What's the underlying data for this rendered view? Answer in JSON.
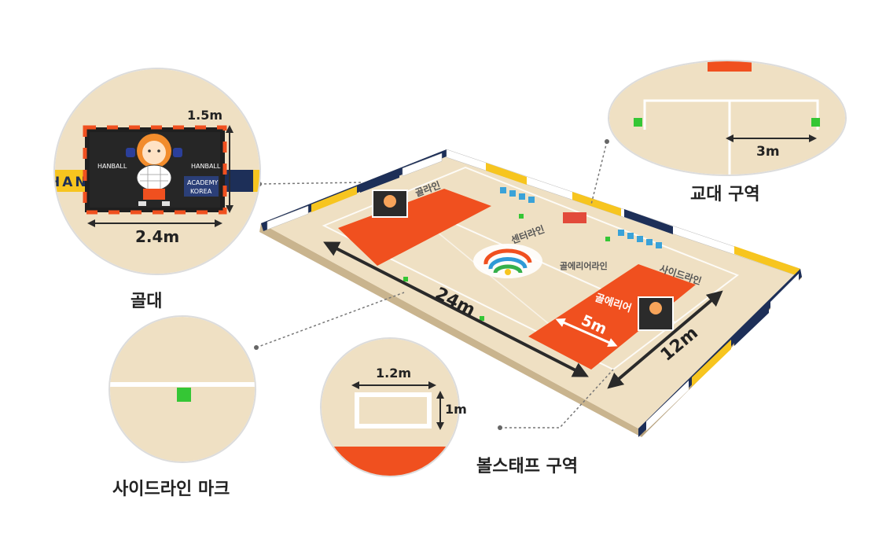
{
  "captions": {
    "goal": "골대",
    "sideline_mark": "사이드라인 마크",
    "ball_stop_area": "볼스태프 구역",
    "substitution_area": "교대 구역"
  },
  "dimensions": {
    "goal_height": "1.5m",
    "goal_width": "2.4m",
    "court_length": "24m",
    "court_width": "12m",
    "goal_area_depth": "5m",
    "ball_stop_width": "1.2m",
    "ball_stop_depth": "1m",
    "substitution_width": "3m"
  },
  "court_labels": {
    "goal_line": "골라인",
    "center_line": "센터라인",
    "goal_area_line": "골에리어라인",
    "side_line": "사이드라인",
    "goal_area": "골에리어"
  },
  "board_text": {
    "hanball": "HANBALL",
    "academy_korea_1": "ACADEMY",
    "academy_korea_2": "KOREA"
  },
  "colors": {
    "floor": "#efe0c3",
    "goal_area": "#f0501f",
    "board_yellow": "#f7c51f",
    "board_navy": "#1d2f58",
    "seat_blue": "#3aa2d8",
    "mark_green": "#35c635"
  }
}
